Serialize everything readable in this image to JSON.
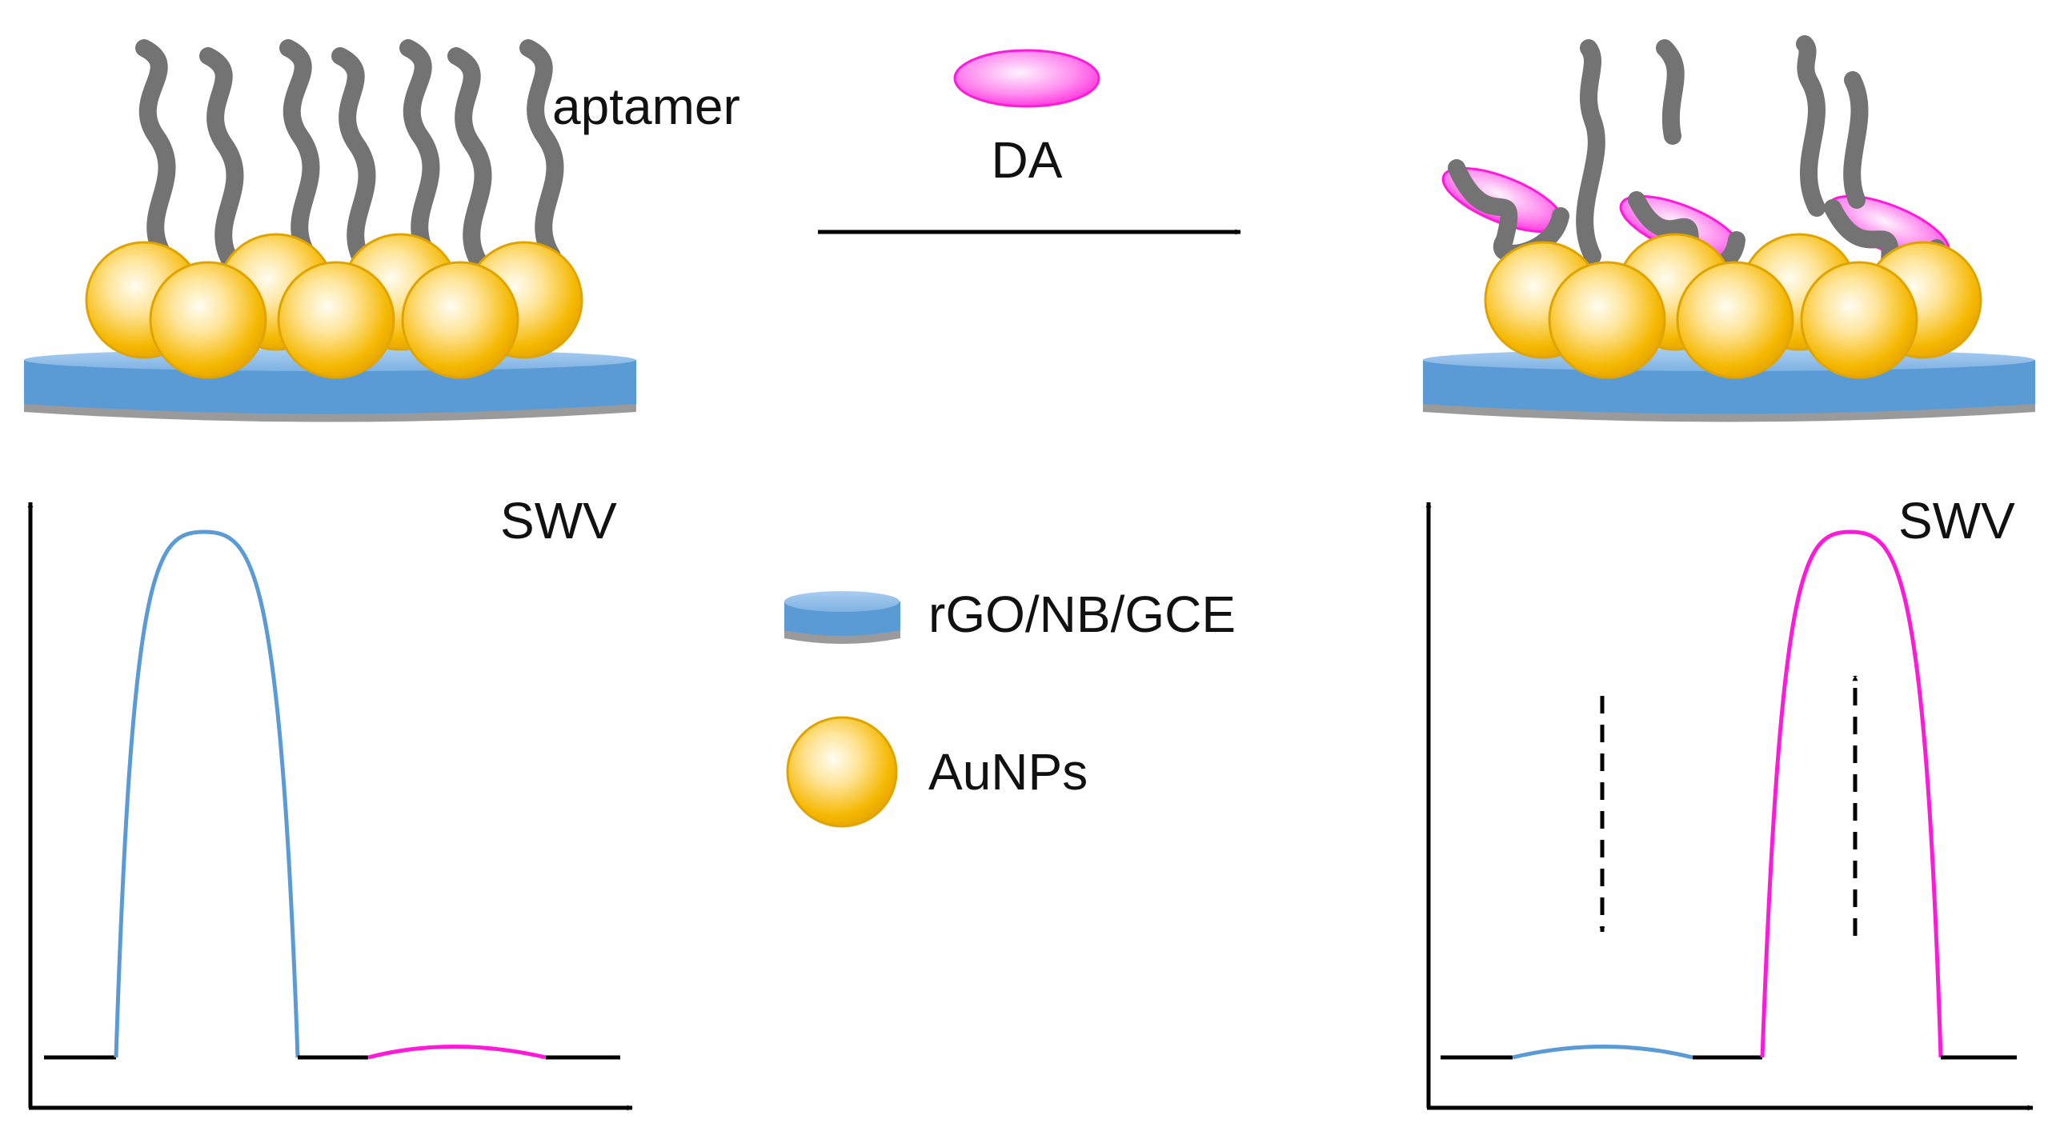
{
  "labels": {
    "aptamer": "aptamer",
    "analyte": "DA",
    "legend_electrode": "rGO/NB/GCE",
    "legend_particles": "AuNPs",
    "plot_left_title": "SWV",
    "plot_right_title": "SWV"
  },
  "colors": {
    "electrode_top": "#5b9bd5",
    "electrode_base": "#9a9a9a",
    "gold_particle": "#f2b81e",
    "aptamer_strand": "#737373",
    "dopamine": "#ff33cc",
    "curve_blue": "#5b9bd5",
    "curve_magenta": "#ff1ad9",
    "axes": "#000000"
  },
  "icons": {
    "reaction_arrow": "right-arrow",
    "signal_down": "dashed-down-arrow",
    "signal_up": "dashed-up-arrow"
  }
}
